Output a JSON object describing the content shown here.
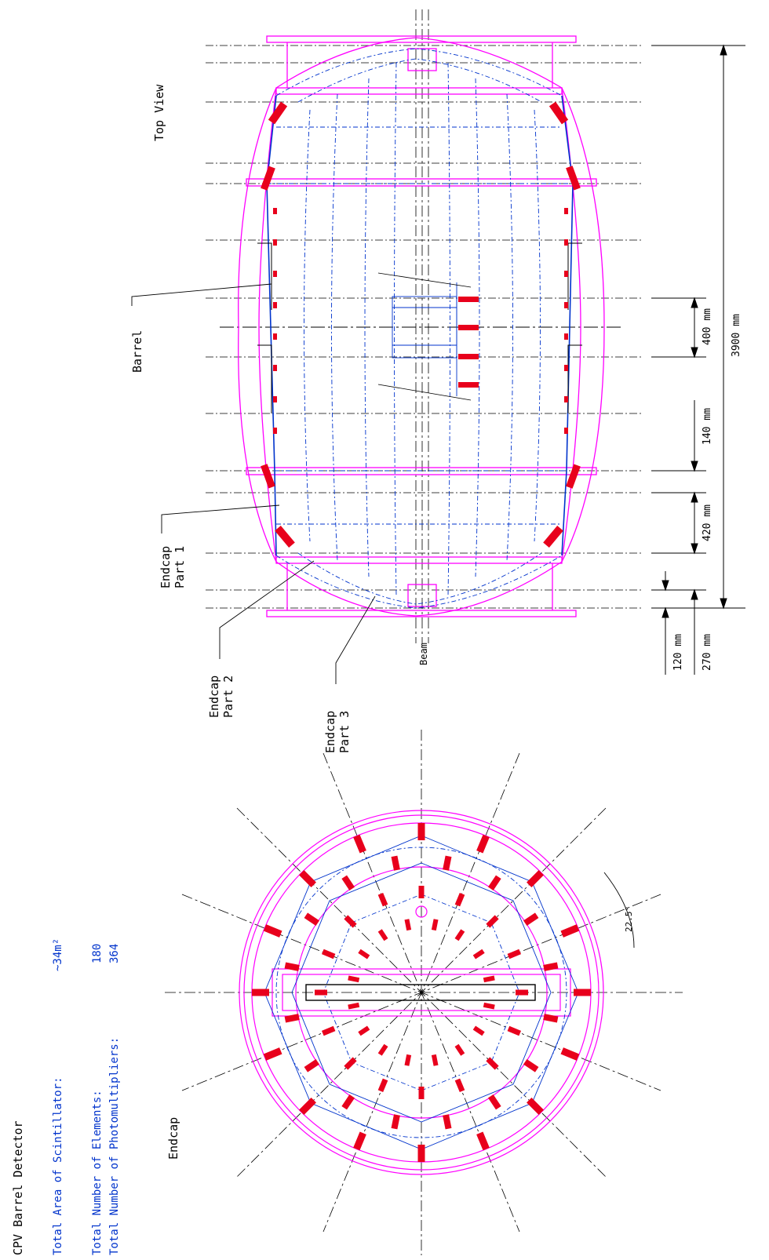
{
  "colors": {
    "outline": "#ff00ff",
    "structure": "#0033cc",
    "pmt": "#e8001c",
    "ink": "#000000"
  },
  "labels": {
    "top_view": "Top View",
    "barrel": "Barrel",
    "endcap_part1_l1": "Endcap",
    "endcap_part1_l2": "Part 1",
    "endcap_part2_l1": "Endcap",
    "endcap_part2_l2": "Part 2",
    "endcap_part3_l1": "Endcap",
    "endcap_part3_l2": "Part 3",
    "beam": "Beam",
    "endcap_view": "Endcap",
    "angle": "22.5°"
  },
  "dimensions": {
    "overall": "3900 mm",
    "d400": "400 mm",
    "d140": "140 mm",
    "d420": "420 mm",
    "d120": "120 mm",
    "d270": "270 mm"
  },
  "info": {
    "title": "CPV Barrel Detector",
    "area_label": "Total Area of Scintillator:",
    "area_value": "~34m²",
    "elements_label": "Total Number of Elements:",
    "elements_value": "180",
    "pmt_label": "Total Number of Photomultipliers:",
    "pmt_value": "364"
  }
}
